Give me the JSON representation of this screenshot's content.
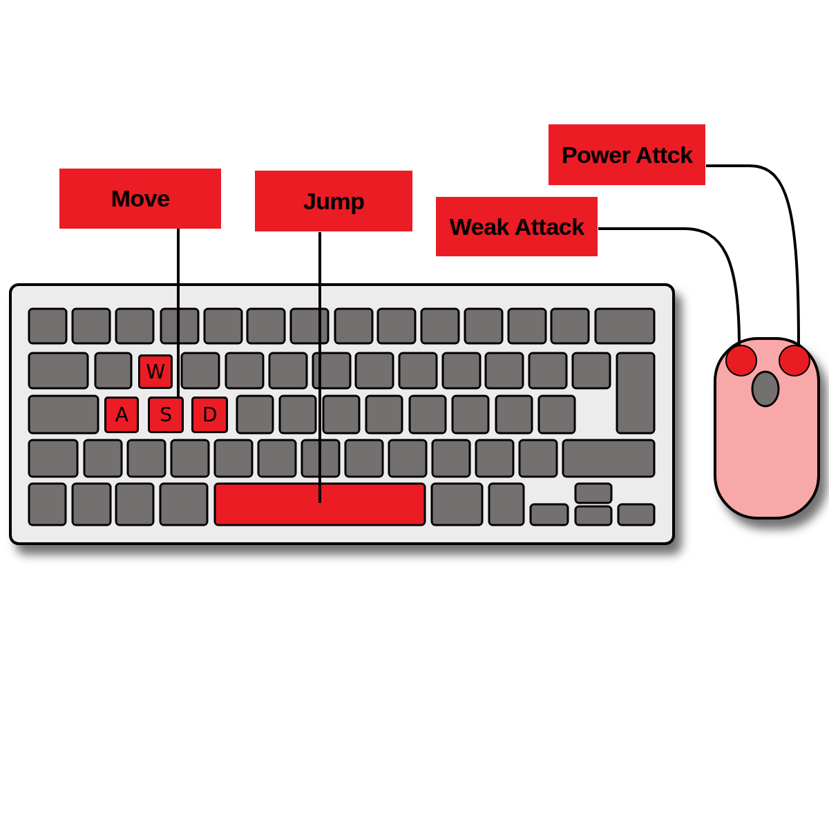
{
  "diagram": {
    "nodes": [
      {
        "text": [
          "Power Attck"
        ]
      },
      {
        "text": [
          "Move"
        ]
      },
      {
        "text": [
          "Jump"
        ]
      },
      {
        "text": [
          "Weak Attack"
        ]
      },
      {
        "text": [
          "W"
        ]
      },
      {
        "text": [
          "A"
        ]
      },
      {
        "text": [
          "S"
        ]
      },
      {
        "text": [
          "D"
        ]
      }
    ],
    "edges": [
      {
        "from": 1,
        "to": 6,
        "arrow": "none"
      }
    ]
  }
}
